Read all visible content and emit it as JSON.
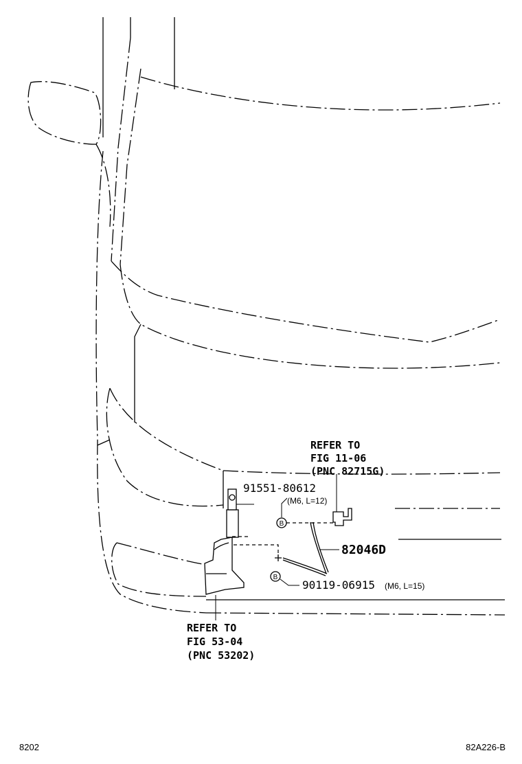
{
  "callouts": {
    "refer_upper": {
      "line1": "REFER TO",
      "line2": "FIG 11-06",
      "line3": "(PNC 82715G)"
    },
    "bolt": {
      "part_no": "91551-80612",
      "spec": "(M6, L=12)"
    },
    "clip_label": "B",
    "harness": {
      "part_no": "82046D"
    },
    "screw": {
      "part_no": "90119-06915",
      "spec": "(M6, L=15)"
    },
    "refer_lower": {
      "line1": "REFER TO",
      "line2": "FIG 53-04",
      "line3": "(PNC 53202)"
    }
  },
  "footer": {
    "figure_number": "8202",
    "illustration_code": "82A226-B"
  }
}
